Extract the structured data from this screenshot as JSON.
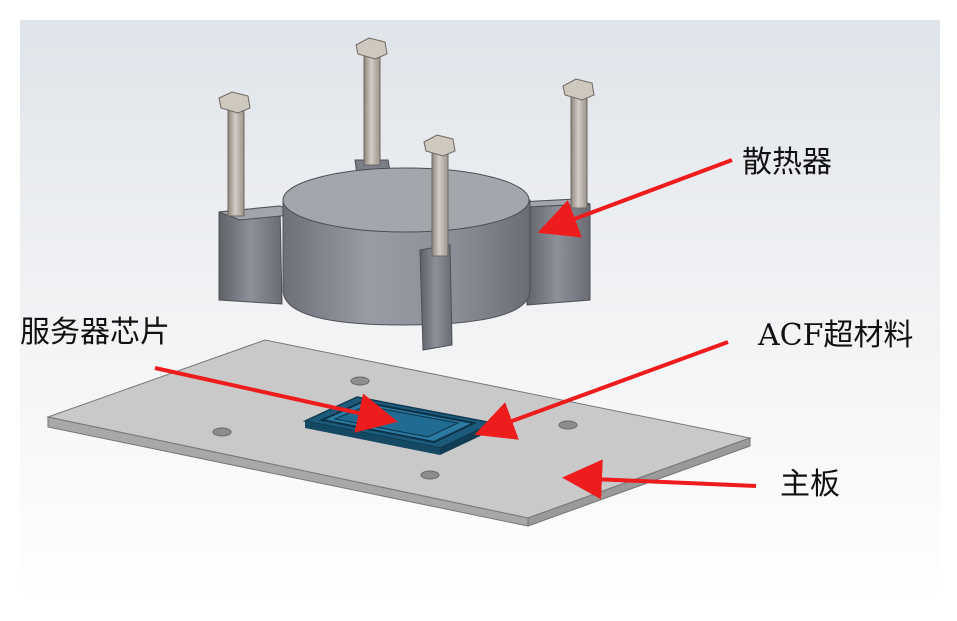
{
  "labels": {
    "heatsink": "散热器",
    "chip": "服务器芯片",
    "acf": "ACF超材料",
    "mainboard": "主板"
  },
  "colors": {
    "arrow": "#ee1c1c",
    "board": "#c8c8c8",
    "chip": "#1e5f82",
    "heatsink": "#8a8d96",
    "bolt": "#b9b3ab"
  }
}
